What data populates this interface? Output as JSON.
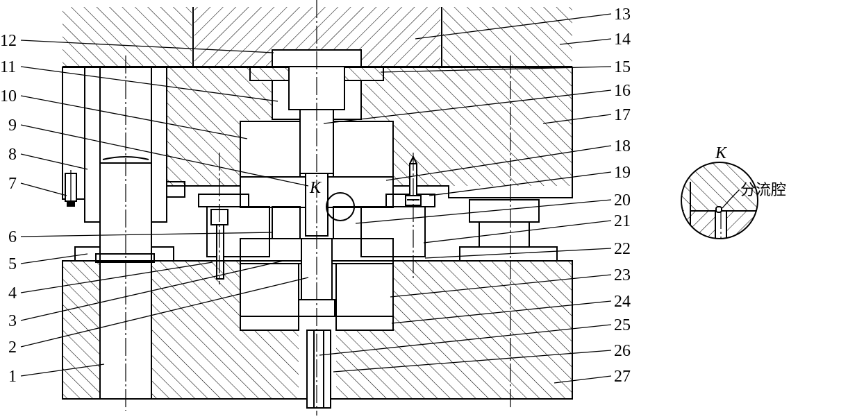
{
  "callouts_left": [
    {
      "id": "12",
      "text": "12"
    },
    {
      "id": "11",
      "text": "11"
    },
    {
      "id": "10",
      "text": "10"
    },
    {
      "id": "9",
      "text": "9"
    },
    {
      "id": "8",
      "text": "8"
    },
    {
      "id": "7",
      "text": "7"
    },
    {
      "id": "6",
      "text": "6"
    },
    {
      "id": "5",
      "text": "5"
    },
    {
      "id": "4",
      "text": "4"
    },
    {
      "id": "3",
      "text": "3"
    },
    {
      "id": "2",
      "text": "2"
    },
    {
      "id": "1",
      "text": "1"
    }
  ],
  "callouts_right": [
    {
      "id": "13",
      "text": "13"
    },
    {
      "id": "14",
      "text": "14"
    },
    {
      "id": "15",
      "text": "15"
    },
    {
      "id": "16",
      "text": "16"
    },
    {
      "id": "17",
      "text": "17"
    },
    {
      "id": "18",
      "text": "18"
    },
    {
      "id": "19",
      "text": "19"
    },
    {
      "id": "20",
      "text": "20"
    },
    {
      "id": "21",
      "text": "21"
    },
    {
      "id": "22",
      "text": "22"
    },
    {
      "id": "23",
      "text": "23"
    },
    {
      "id": "24",
      "text": "24"
    },
    {
      "id": "25",
      "text": "25"
    },
    {
      "id": "26",
      "text": "26"
    },
    {
      "id": "27",
      "text": "27"
    }
  ],
  "section_label": "K",
  "detail": {
    "label": "K",
    "callout": "分流腔"
  }
}
